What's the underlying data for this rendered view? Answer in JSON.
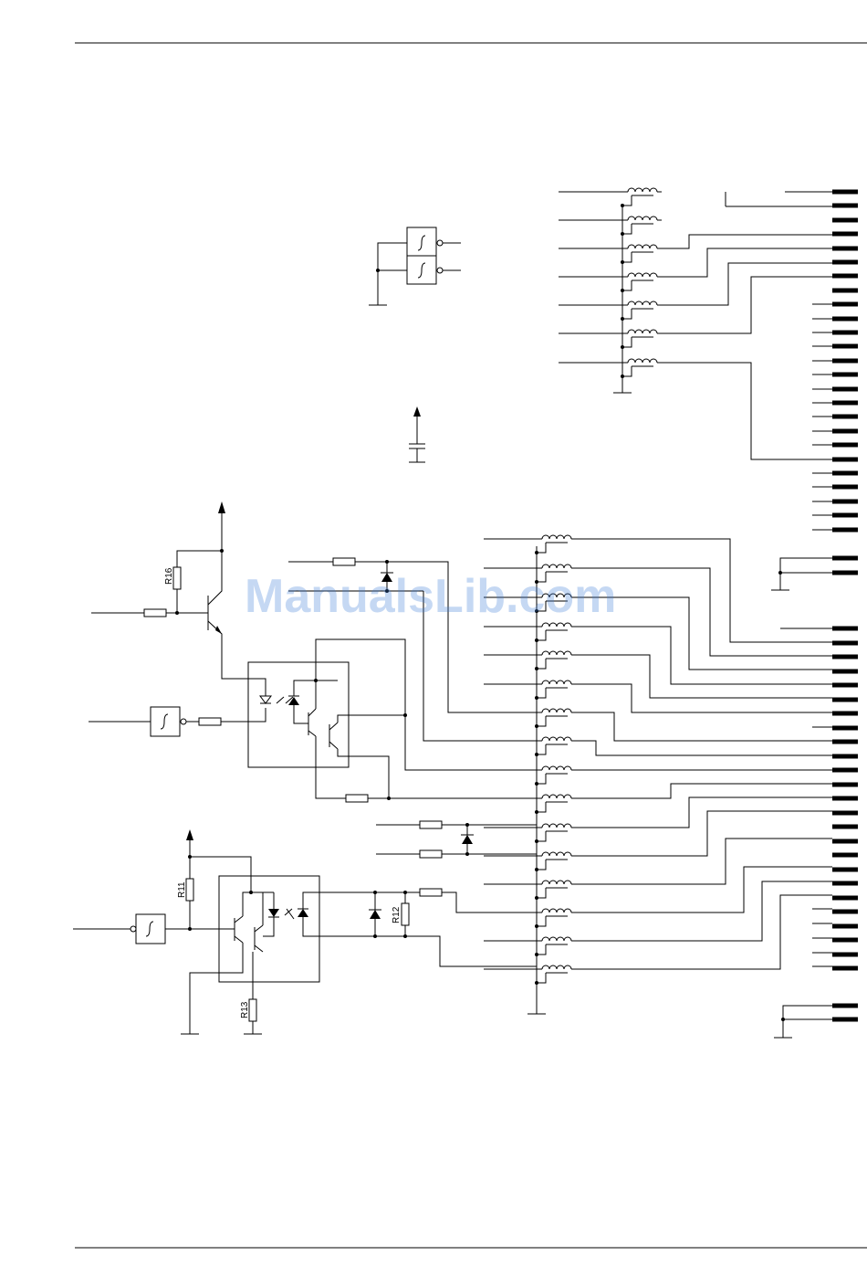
{
  "diagram": {
    "type": "schematic",
    "watermark": "ManualsLib.com",
    "labels": {
      "r16": "R16",
      "r11": "R11",
      "r12": "R12",
      "r13": "R13"
    }
  }
}
